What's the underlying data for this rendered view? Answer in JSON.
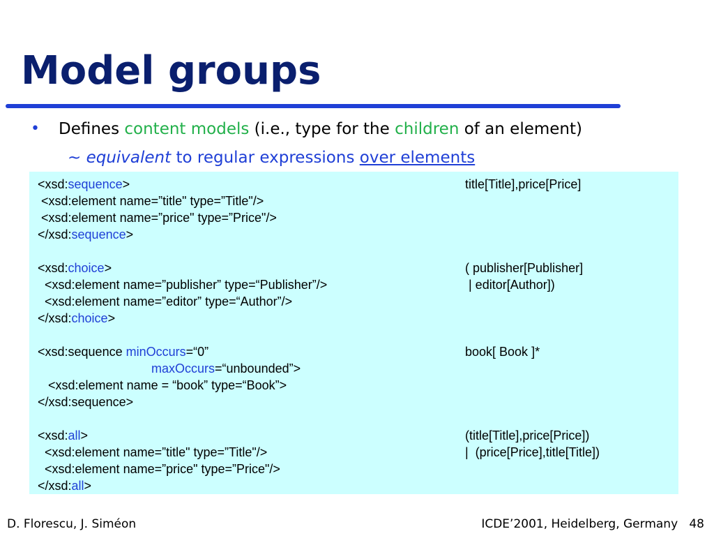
{
  "slide": {
    "title": "Model groups",
    "bullet": {
      "marker": "•",
      "t1": "Defines ",
      "t2": "content models",
      "t3": " (i.e., type for the ",
      "t4": "children",
      "t5": " of an element)"
    },
    "sub": {
      "s1": "~ ",
      "s2": "equivalent",
      "s3": " to regular expressions ",
      "s4": "over elements"
    },
    "colors": {
      "title": "#0a1f6e",
      "accent": "#1f3fd6",
      "green": "#22b04a",
      "code_bg": "#ccffff"
    }
  },
  "code": {
    "l1a": "<xsd:",
    "l1b": "sequence",
    "l1c": ">",
    "l2": " <xsd:element name=”title\" type=”Title\"/>",
    "l3": " <xsd:element name=”price\" type=”Price\"/>",
    "l4a": "</xsd:",
    "l4b": "sequence",
    "l4c": ">",
    "l5a": "<xsd:",
    "l5b": "choice",
    "l5c": ">",
    "l6": "  <xsd:element name=”publisher” type=“Publisher”/>",
    "l7": "  <xsd:element name=”editor” type=“Author”/>",
    "l8a": "</xsd:",
    "l8b": "choice",
    "l8c": ">",
    "l9a": "<xsd:sequence ",
    "l9b": "minOccurs",
    "l9c": "=“0”",
    "l10b": "maxOccurs",
    "l10c": "=“unbounded”>",
    "l11": "   <xsd:element name = “book” type=“Book”>",
    "l12": "</xsd:sequence>",
    "l13a": "<xsd:",
    "l13b": "all",
    "l13c": ">",
    "l14": "  <xsd:element name=”title\" type=”Title\"/>",
    "l15": "  <xsd:element name=”price\" type=”Price\"/>",
    "l16a": "</xsd:",
    "l16b": "all",
    "l16c": ">"
  },
  "regex": {
    "r1": "title[Title],price[Price]",
    "r2": "( publisher[Publisher]",
    "r3": " | editor[Author])",
    "r4": "book[ Book ]*",
    "r5": "(title[Title],price[Price])",
    "r6": "|  (price[Price],title[Title])"
  },
  "footer": {
    "authors": "D. Florescu, J. Siméon",
    "venue": "ICDE’2001, Heidelberg, Germany",
    "page": "48"
  }
}
